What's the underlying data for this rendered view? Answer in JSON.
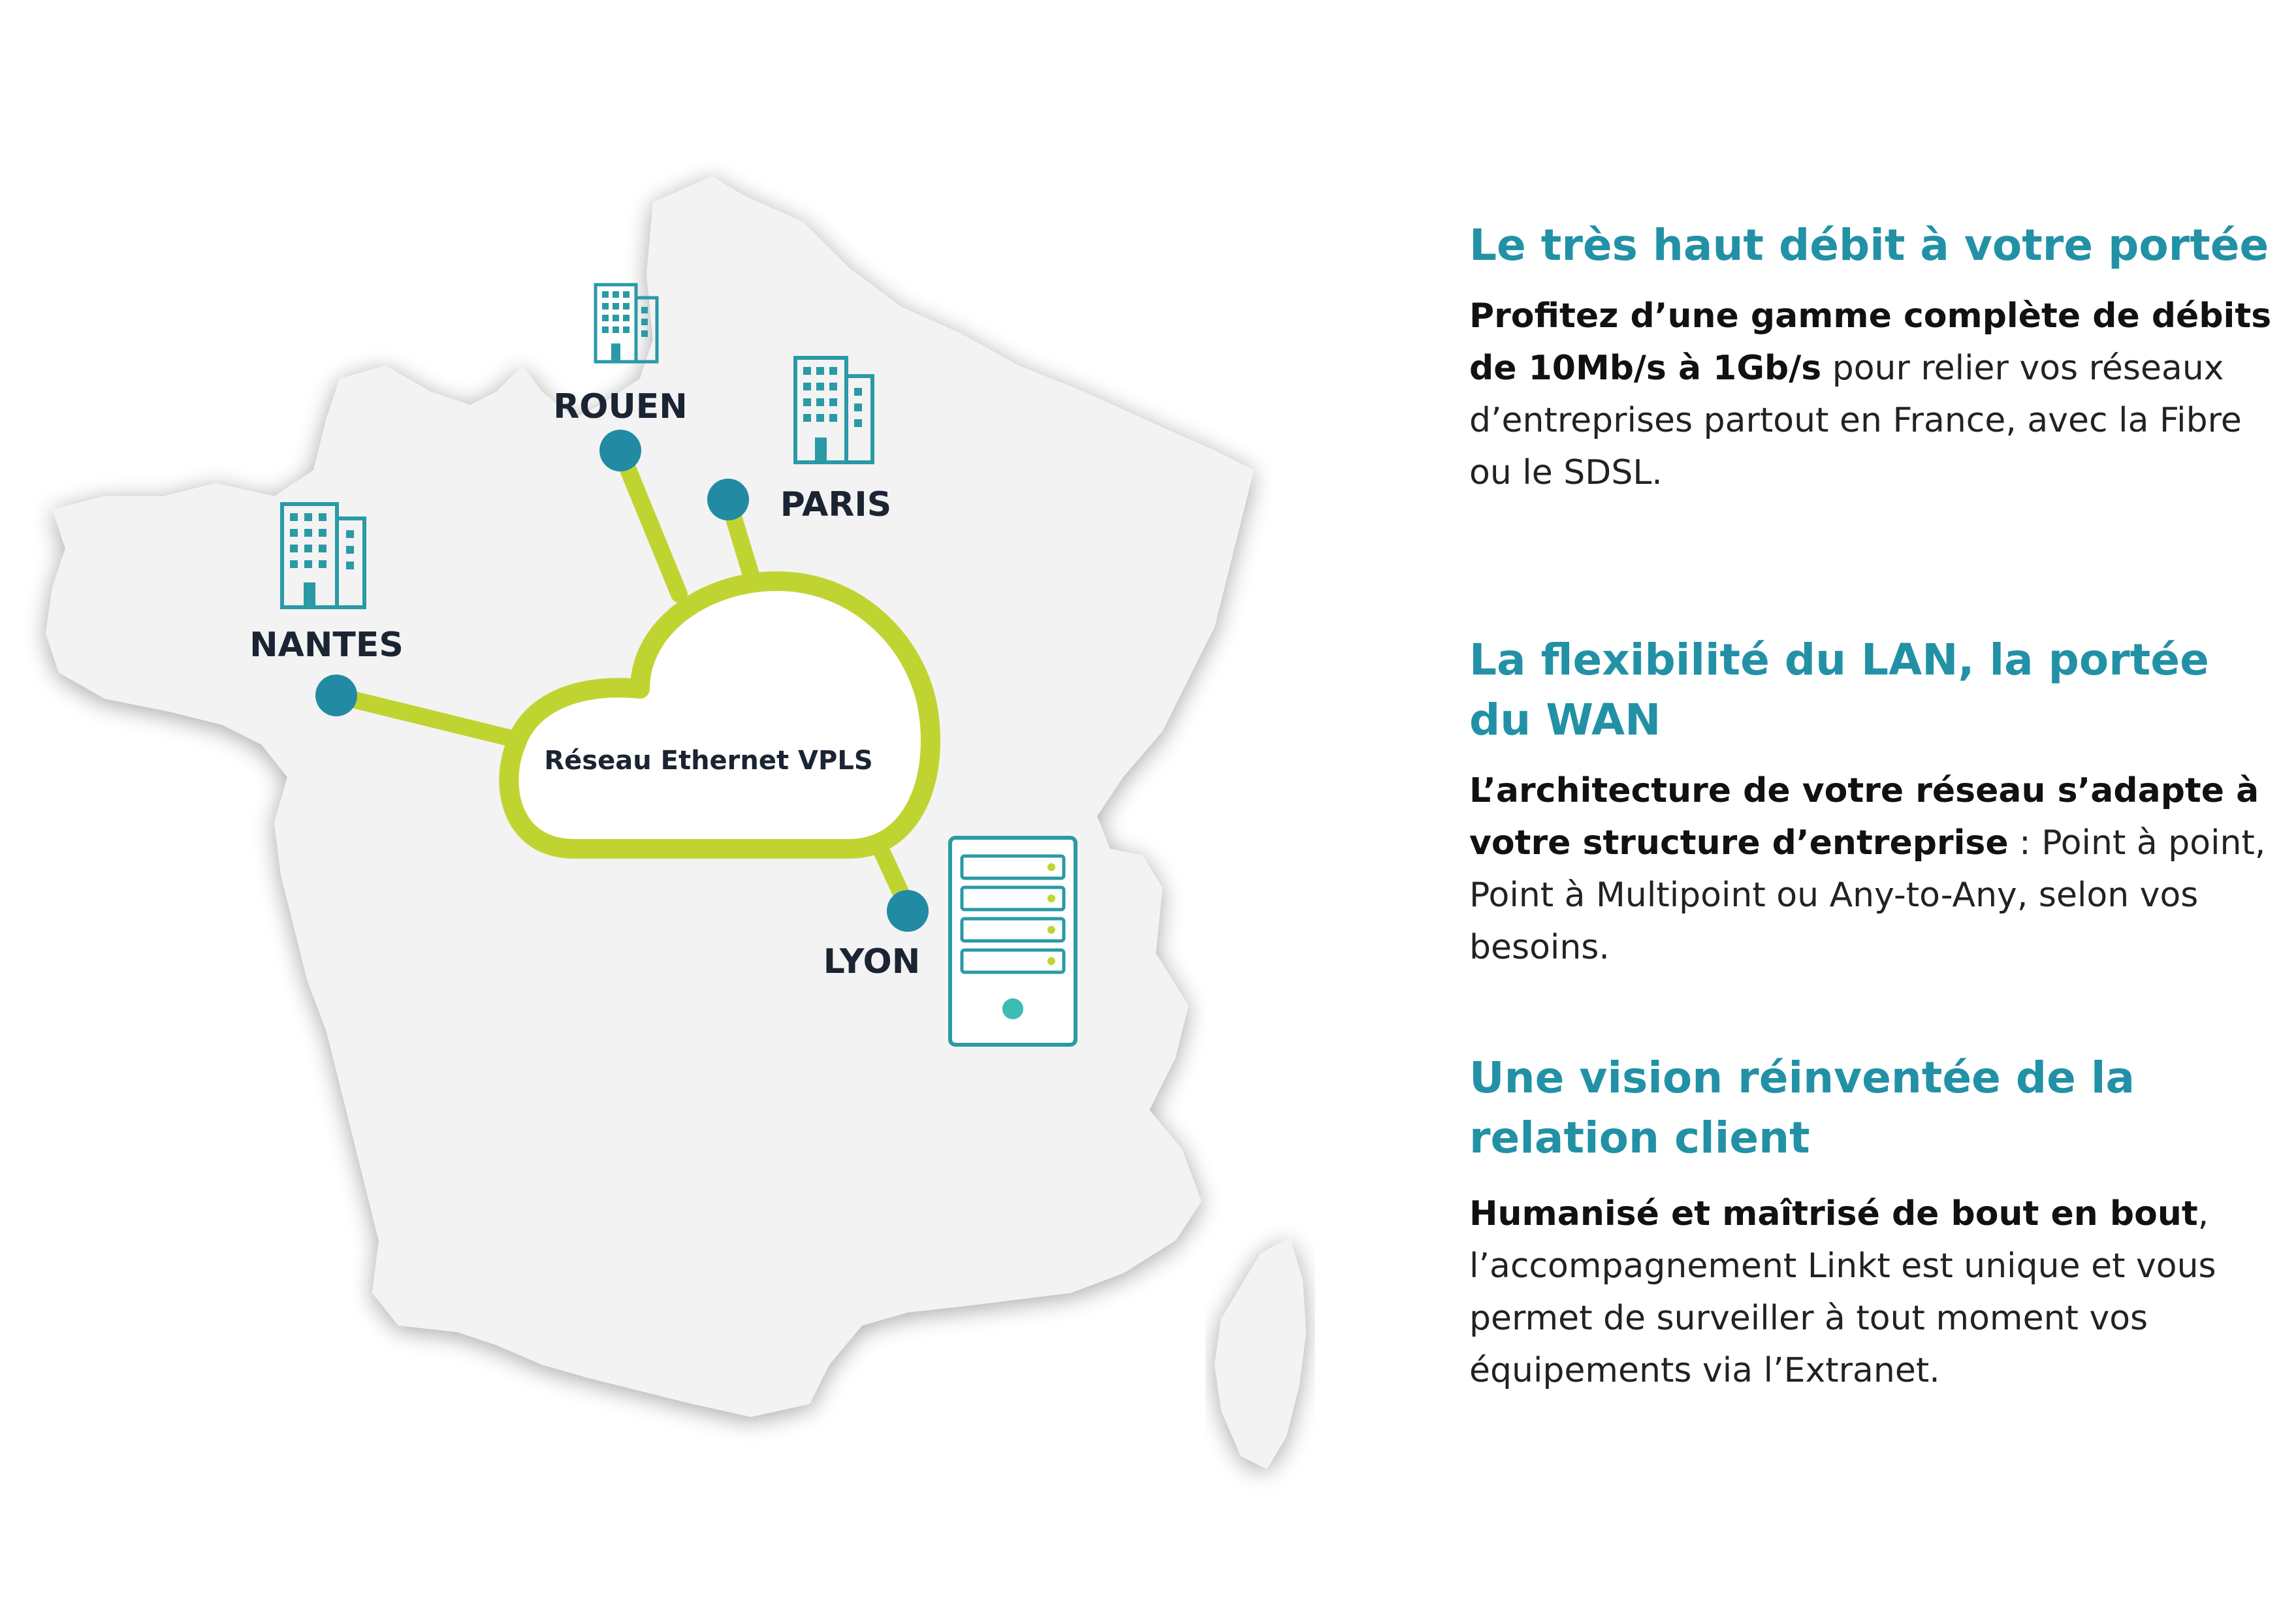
{
  "colors": {
    "map_fill": "#f2f2f2",
    "accent_green": "#c0d431",
    "node_teal": "#228ba3",
    "heading_teal": "#2291a6",
    "text_dark": "#1b2433",
    "icon_teal": "#2a9aa6"
  },
  "map": {
    "cloud_label": "Réseau Ethernet VPLS",
    "cities": [
      {
        "label": "ROUEN",
        "icon": "office-building-icon"
      },
      {
        "label": "PARIS",
        "icon": "office-building-icon"
      },
      {
        "label": "NANTES",
        "icon": "office-building-icon"
      },
      {
        "label": "LYON",
        "icon": "server-icon"
      }
    ]
  },
  "sections": [
    {
      "title": "Le très haut débit à votre portée",
      "body_bold": "Profitez d’une gamme complète de débits de 10Mb/s à 1Gb/s",
      "body_rest": " pour relier vos réseaux d’entreprises partout en France, avec la Fibre ou le SDSL."
    },
    {
      "title": "La flexibilité du LAN, la portée du WAN",
      "body_bold": "L’architecture de votre réseau s’adapte à votre structure d’entreprise",
      "body_rest": " : Point à point, Point à Multipoint ou Any-to-Any, selon vos besoins."
    },
    {
      "title": "Une vision réinventée de la relation client",
      "body_bold": "Humanisé et maîtrisé de bout en bout",
      "body_rest": ", l’accompagnement Linkt est unique et vous permet de surveiller à tout moment vos équipements via l’Extranet."
    }
  ]
}
